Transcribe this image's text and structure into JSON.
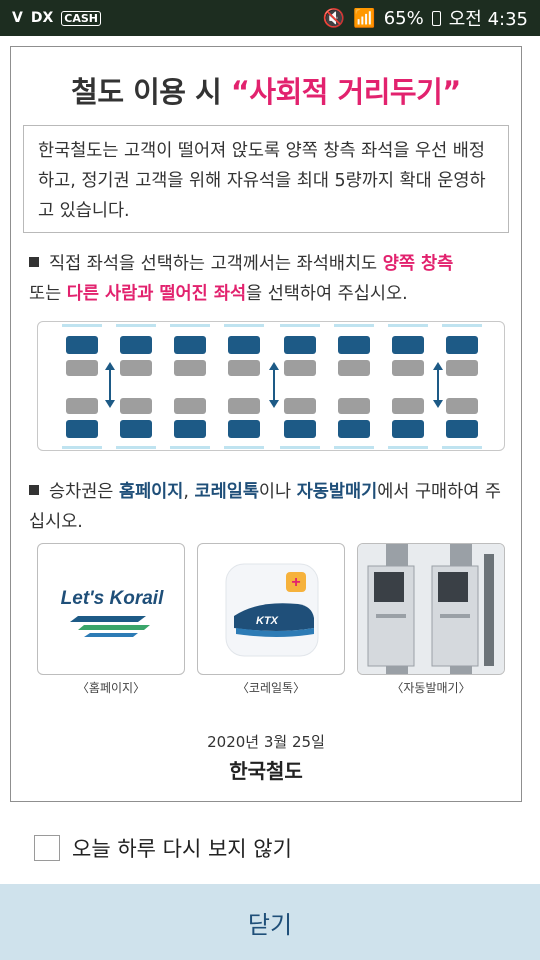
{
  "status_bar": {
    "left_icons": [
      "signal-quality-icon",
      "dlx-icon",
      "tv-icon"
    ],
    "left_labels": [
      "V",
      "DX",
      "CASH"
    ],
    "battery": "65%",
    "time": "오전 4:35"
  },
  "notice": {
    "title_prefix": "철도 이용 시 ",
    "title_highlight": "“사회적 거리두기”",
    "box_text": "한국철도는 고객이 떨어져 앉도록 양쪽 창측 좌석을 우선 배정하고, 정기권 고객을 위해 자유석을 최대 5량까지 확대 운영하고 있습니다.",
    "bullet1": {
      "p1": "직접 좌석을 선택하는 고객께서는 좌석배치도 ",
      "h1": "양쪽 창측",
      "p2": "또는 ",
      "h2": "다른 사람과 떨어진 좌석",
      "p3": "을 선택하여 주십시오."
    },
    "bullet2": {
      "p1": "승차권은 ",
      "h1": "홈페이지",
      "p2": ", ",
      "h2": "코레일톡",
      "p3": "이나 ",
      "h3": "자동발매기",
      "p4": "에서 구매하여 주십시오."
    },
    "cards": [
      {
        "logo": "Let's Korail",
        "label": "〈홈페이지〉"
      },
      {
        "logo": "KTX",
        "label": "〈코레일톡〉"
      },
      {
        "logo": "",
        "label": "〈자동발매기〉"
      }
    ],
    "date": "2020년 3월 25일",
    "org": "한국철도"
  },
  "footer": {
    "checkbox_label": "오늘 하루 다시 보지 않기",
    "close_label": "닫기"
  },
  "colors": {
    "accent_pink": "#e2226e",
    "navy": "#1f4f79",
    "seat_window": "#1d5a86",
    "seat_aisle": "#9e9e9e",
    "close_bg": "#cfe2ec"
  }
}
